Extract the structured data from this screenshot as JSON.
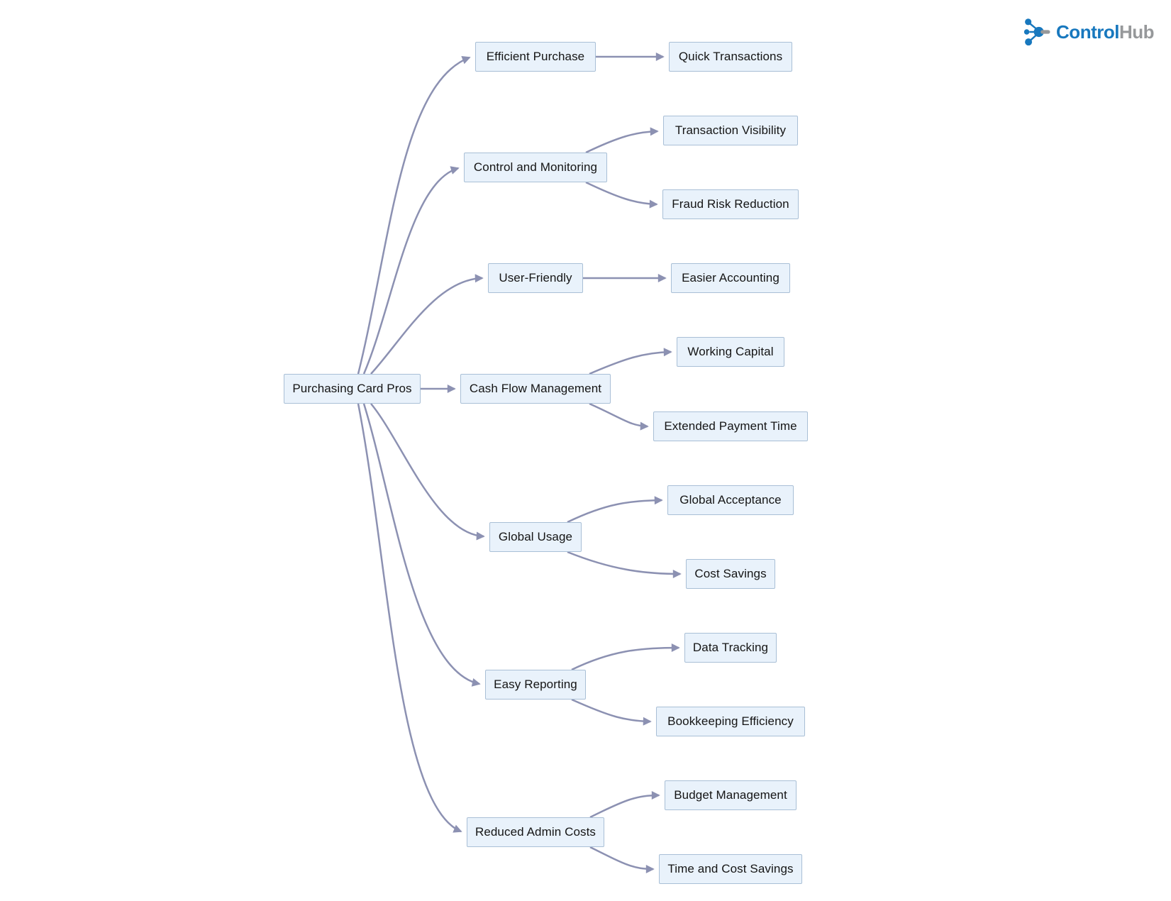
{
  "logo": {
    "brand_primary": "Control",
    "brand_secondary": "Hub"
  },
  "colors": {
    "brand_blue": "#1878BE",
    "brand_gray": "#96989A",
    "node_fill": "#E9F2FB",
    "node_border": "#A9BFD6",
    "edge": "#8C91B2",
    "node_text": "#151515",
    "background": "#FFFFFF"
  },
  "diagram": {
    "type": "flowchart-left-to-right",
    "root": "Purchasing Card Pros",
    "branches": [
      {
        "label": "Efficient Purchase",
        "children": [
          "Quick Transactions"
        ]
      },
      {
        "label": "Control and Monitoring",
        "children": [
          "Transaction Visibility",
          "Fraud Risk Reduction"
        ]
      },
      {
        "label": "User-Friendly",
        "children": [
          "Easier Accounting"
        ]
      },
      {
        "label": "Cash Flow Management",
        "children": [
          "Working Capital",
          "Extended Payment Time"
        ]
      },
      {
        "label": "Global Usage",
        "children": [
          "Global Acceptance",
          "Cost Savings"
        ]
      },
      {
        "label": "Easy Reporting",
        "children": [
          "Data Tracking",
          "Bookkeeping Efficiency"
        ]
      },
      {
        "label": "Reduced Admin Costs",
        "children": [
          "Budget Management",
          "Time and Cost Savings"
        ]
      }
    ]
  }
}
